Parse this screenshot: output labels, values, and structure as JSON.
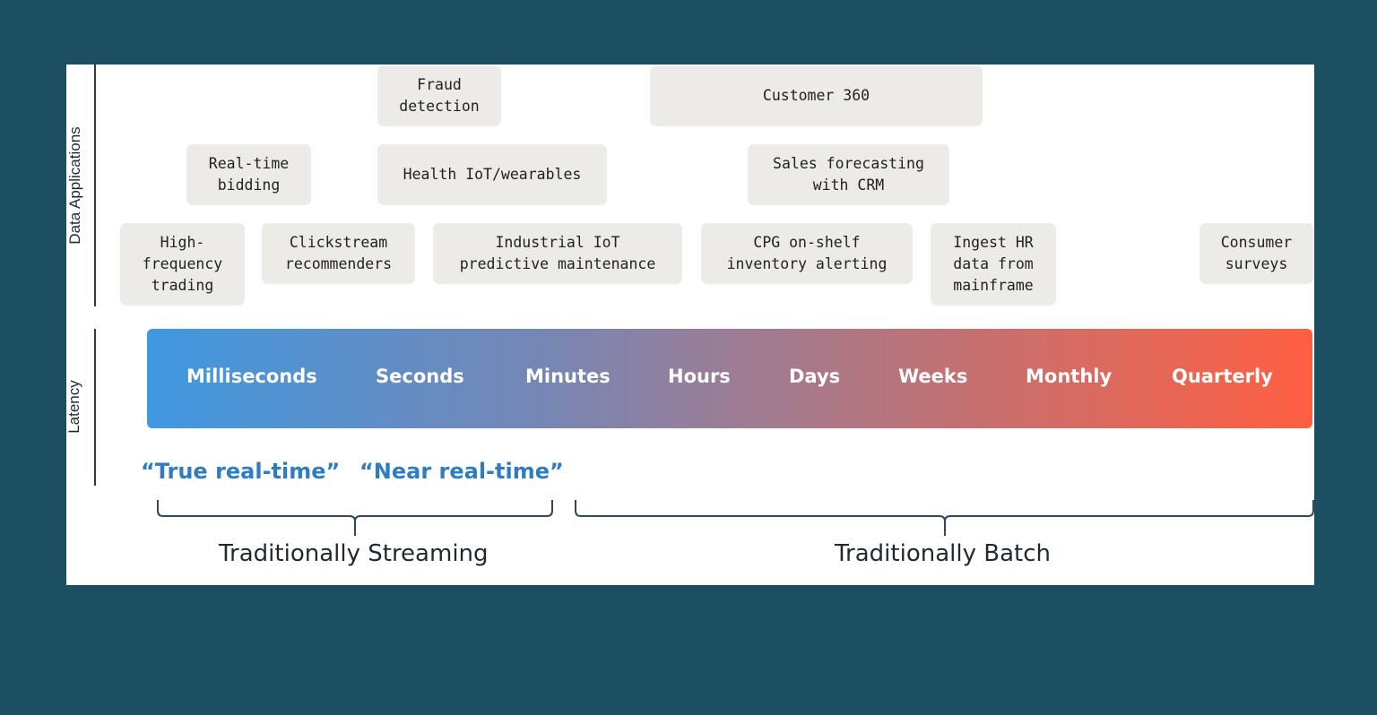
{
  "axes": {
    "data_applications": "Data Applications",
    "latency": "Latency"
  },
  "applications": {
    "fraud_detection": "Fraud\ndetection",
    "customer_360": "Customer 360",
    "real_time_bidding": "Real-time\nbidding",
    "health_iot": "Health IoT/wearables",
    "sales_forecasting": "Sales forecasting\nwith CRM",
    "hft": "High-\nfrequency\ntrading",
    "clickstream": "Clickstream\nrecommenders",
    "industrial_iot": "Industrial IoT\npredictive maintenance",
    "cpg": "CPG on-shelf\ninventory alerting",
    "ingest_hr": "Ingest HR\ndata from\nmainframe",
    "consumer_surveys": "Consumer\nsurveys"
  },
  "latency_scale": [
    "Milliseconds",
    "Seconds",
    "Minutes",
    "Hours",
    "Days",
    "Weeks",
    "Monthly",
    "Quarterly"
  ],
  "realtime": {
    "true": "“True real-time”",
    "near": "“Near real-time”"
  },
  "groups": {
    "streaming": "Traditionally Streaming",
    "batch": "Traditionally Batch"
  },
  "colors": {
    "background": "#1b4f61",
    "gradient_start": "#3f98e0",
    "gradient_end": "#ff5f42",
    "realtime_text": "#2f7cc3"
  }
}
